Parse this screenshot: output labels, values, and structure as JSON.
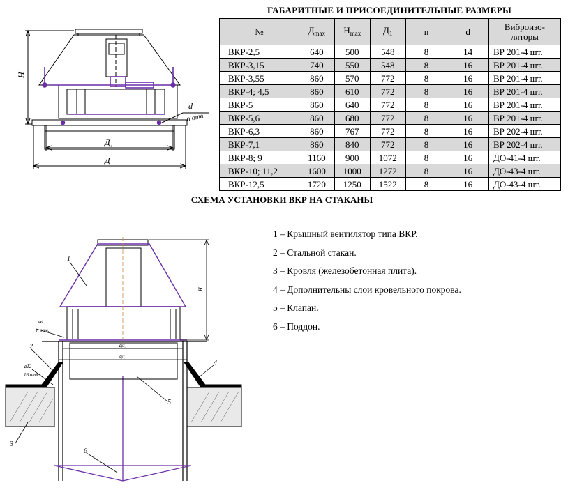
{
  "top_drawing": {
    "labels": {
      "height": "H",
      "d_inner": "Д₁",
      "d_outer": "Д",
      "hole_d": "d",
      "hole_n": "n отв."
    }
  },
  "table": {
    "title": "ГАБАРИТНЫЕ И ПРИСОЕДИНИТЕЛЬНЫЕ РАЗМЕРЫ",
    "headers": {
      "num": "№",
      "dmax_main": "Д",
      "dmax_sub": "max",
      "hmax_main": "H",
      "hmax_sub": "max",
      "d1_main": "Д",
      "d1_sub": "1",
      "n": "n",
      "d": "d",
      "iso_line1": "Виброизо-",
      "iso_line2": "ляторы"
    },
    "rows": [
      [
        "ВКР-2,5",
        "640",
        "500",
        "548",
        "8",
        "14",
        "ВР 201-4 шт."
      ],
      [
        "ВКР-3,15",
        "740",
        "550",
        "548",
        "8",
        "16",
        "ВР 201-4 шт."
      ],
      [
        "ВКР-3,55",
        "860",
        "570",
        "772",
        "8",
        "16",
        "ВР 201-4 шт."
      ],
      [
        "ВКР-4; 4,5",
        "860",
        "610",
        "772",
        "8",
        "16",
        "ВР 201-4 шт."
      ],
      [
        "ВКР-5",
        "860",
        "640",
        "772",
        "8",
        "16",
        "ВР 201-4 шт."
      ],
      [
        "ВКР-5,6",
        "860",
        "680",
        "772",
        "8",
        "16",
        "ВР 201-4 шт."
      ],
      [
        "ВКР-6,3",
        "860",
        "767",
        "772",
        "8",
        "16",
        "ВР 202-4 шт."
      ],
      [
        "ВКР-7,1",
        "860",
        "840",
        "772",
        "8",
        "16",
        "ВР 202-4 шт."
      ],
      [
        "ВКР-8; 9",
        "1160",
        "900",
        "1072",
        "8",
        "16",
        "ДО-41-4 шт."
      ],
      [
        "ВКР-10; 11,2",
        "1600",
        "1000",
        "1272",
        "8",
        "16",
        "ДО-43-4 шт."
      ],
      [
        "ВКР-12,5",
        "1720",
        "1250",
        "1522",
        "8",
        "16",
        "ДО-43-4 шт."
      ]
    ]
  },
  "scheme": {
    "title": "СХЕМА УСТАНОВКИ ВКР НА СТАКАНЫ",
    "legend": [
      "1 – Крышный вентилятор типа ВКР.",
      "2 – Стальной стакан.",
      "3 – Кровля (железобетонная плита).",
      "4 – Дополнительны слои кровельного покрова.",
      "5 – Клапан.",
      "6 – Поддон."
    ],
    "callouts": [
      "1",
      "2",
      "3",
      "4",
      "5",
      "6"
    ],
    "labels": {
      "height": "H",
      "hole_d": "⌀d",
      "hole_n": "n отв.",
      "d1": "⌀Д₁",
      "d": "⌀Д",
      "bolt_d": "⌀12",
      "bolt_n": "16 отв."
    }
  },
  "colors": {
    "outline": "#000000",
    "highlight": "#6a2fa8",
    "table_shade": "#d9d9d9"
  }
}
